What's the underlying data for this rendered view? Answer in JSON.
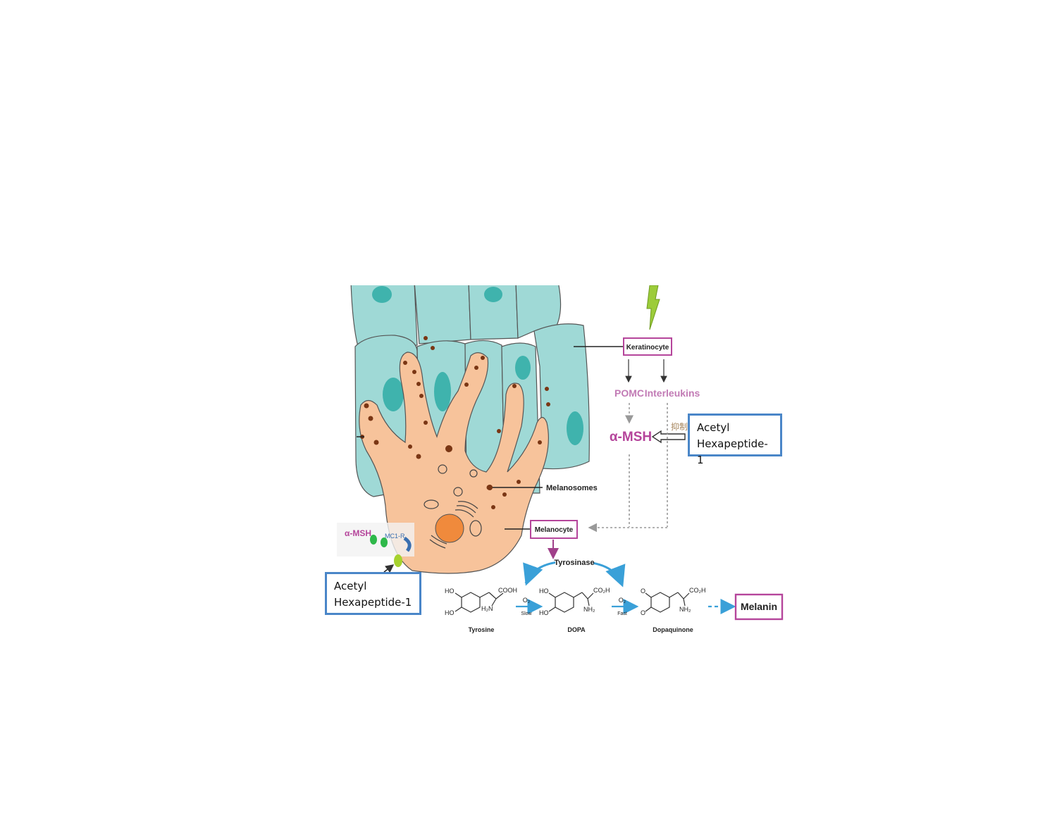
{
  "labels": {
    "keratinocyte": "Keratinocyte",
    "pomc": "POMC",
    "interleukins": "Interleukins",
    "alpha_msh": "α-MSH",
    "alpha_msh_small": "α-MSH",
    "mc1r": "MC1-R",
    "melanosomes": "Melanosomes",
    "melanocyte": "Melanocyte",
    "tyrosinase": "Tyrosinase",
    "tyrosine": "Tyrosine",
    "dopa": "DOPA",
    "dopaquinone": "Dopaquinone",
    "melanin": "Melanin",
    "inhibit": "抑制",
    "o2_1": "O₂",
    "slow": "Slow",
    "o2_2": "O₂",
    "fast": "Fast",
    "cooh": "COOH",
    "co2h_1": "CO₂H",
    "co2h_2": "CO₂H",
    "h2n": "H₂N",
    "nh2_1": "NH₂",
    "nh2_2": "NH₂",
    "ho_1": "HO",
    "ho_2": "HO",
    "ho_3": "HO",
    "ho_4": "HO",
    "o_1": "O",
    "o_2": "O"
  },
  "callouts": {
    "right": {
      "line1": "Acetyl",
      "line2": "Hexapeptide-1"
    },
    "left": {
      "line1": "Acetyl",
      "line2": "Hexapeptide-1"
    }
  },
  "colors": {
    "keratinocyte_fill": "#9fd9d6",
    "keratinocyte_nucleus": "#3fb3ad",
    "melanocyte_fill": "#f7c39b",
    "melanocyte_nucleus": "#f08a3c",
    "melanosome": "#7a3614",
    "label_magenta": "#b5459b",
    "arrow_blue": "#3aa0d8",
    "callout_border": "#4a86c8",
    "msh_green": "#2eb84a",
    "peptide_green": "#a6d22e",
    "uv_green": "#9ccc3a"
  }
}
